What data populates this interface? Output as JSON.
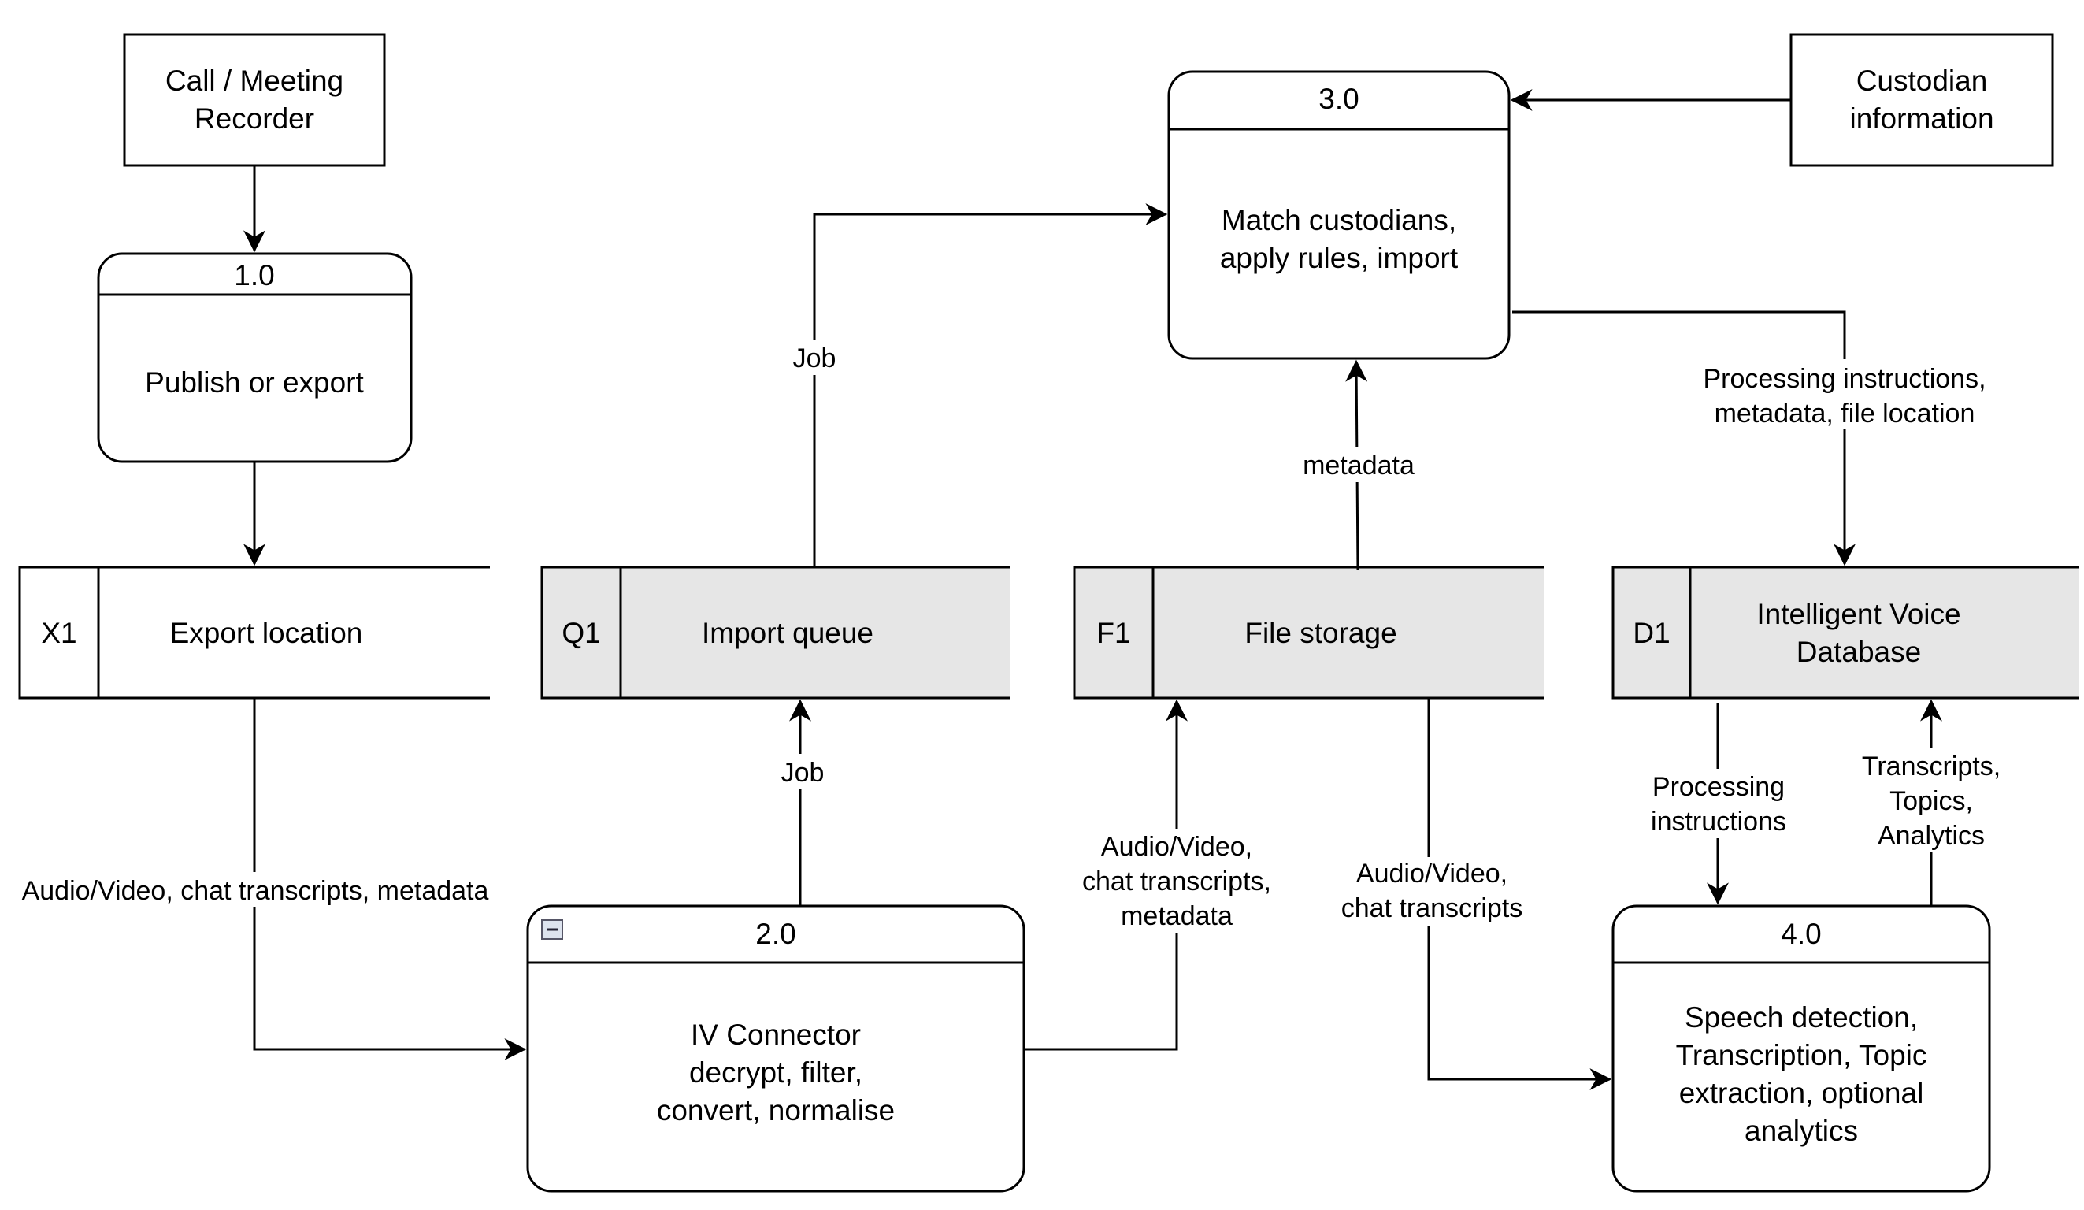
{
  "externals": {
    "recorder": [
      "Call / Meeting",
      "Recorder"
    ],
    "custodian": [
      "Custodian",
      "information"
    ]
  },
  "processes": {
    "p1": {
      "id": "1.0",
      "lines": [
        "Publish or export"
      ]
    },
    "p2": {
      "id": "2.0",
      "lines": [
        "IV Connector",
        "decrypt, filter,",
        "convert, normalise"
      ]
    },
    "p3": {
      "id": "3.0",
      "lines": [
        "Match custodians,",
        "apply rules, import"
      ]
    },
    "p4": {
      "id": "4.0",
      "lines": [
        "Speech detection,",
        "Transcription, Topic",
        "extraction, optional",
        "analytics"
      ]
    }
  },
  "stores": {
    "x1": {
      "id": "X1",
      "lines": [
        "Export location"
      ]
    },
    "q1": {
      "id": "Q1",
      "lines": [
        "Import queue"
      ]
    },
    "f1": {
      "id": "F1",
      "lines": [
        "File storage"
      ]
    },
    "d1": {
      "id": "D1",
      "lines": [
        "Intelligent Voice",
        "Database"
      ]
    }
  },
  "flows": {
    "export_out": [
      "Audio/Video, chat transcripts, metadata"
    ],
    "job_up": [
      "Job"
    ],
    "job_to_3": [
      "Job"
    ],
    "to_storage": [
      "Audio/Video,",
      "chat transcripts,",
      "metadata"
    ],
    "metadata": [
      "metadata"
    ],
    "storage_to_4": [
      "Audio/Video,",
      "chat transcripts"
    ],
    "proc_instr_3": [
      "Processing instructions,",
      "metadata, file location"
    ],
    "proc_instr_4": [
      "Processing",
      "instructions"
    ],
    "results": [
      "Transcripts,",
      "Topics,",
      "Analytics"
    ]
  },
  "colors": {
    "line": "#000000",
    "store_fill": "#e6e6e6",
    "background": "#ffffff"
  }
}
